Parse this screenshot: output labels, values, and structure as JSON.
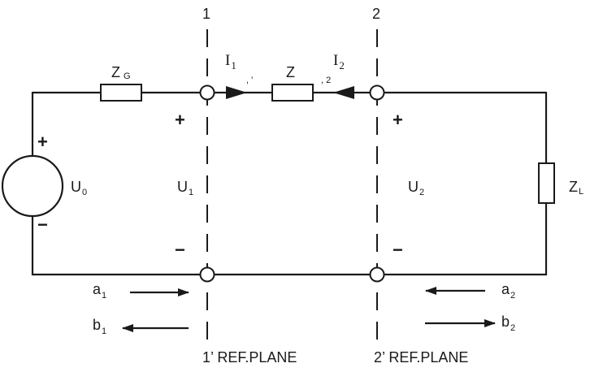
{
  "plane_numbers": {
    "left": "1",
    "right": "2"
  },
  "components": {
    "generator_impedance": {
      "main": "Z",
      "sub": "G"
    },
    "series_impedance": {
      "main": "Z"
    },
    "load_impedance": {
      "main": "Z",
      "sub": "L"
    }
  },
  "currents": {
    "i1": {
      "main": "I",
      "sub": "1"
    },
    "i2": {
      "main": "I",
      "sub": "2"
    }
  },
  "artifacts": {
    "left": ", '",
    "right": ", 2"
  },
  "voltages": {
    "u0": {
      "main": "U",
      "sub": "0"
    },
    "u1": {
      "main": "U",
      "sub": "1"
    },
    "u2": {
      "main": "U",
      "sub": "2"
    }
  },
  "polarity": {
    "plus": "+",
    "minus": "−"
  },
  "waves": {
    "a1": {
      "main": "a",
      "sub": "1"
    },
    "b1": {
      "main": "b",
      "sub": "1"
    },
    "a2": {
      "main": "a",
      "sub": "2"
    },
    "b2": {
      "main": "b",
      "sub": "2"
    }
  },
  "reference_planes": {
    "left": "1’ REF.PLANE",
    "right": "2’ REF.PLANE"
  }
}
